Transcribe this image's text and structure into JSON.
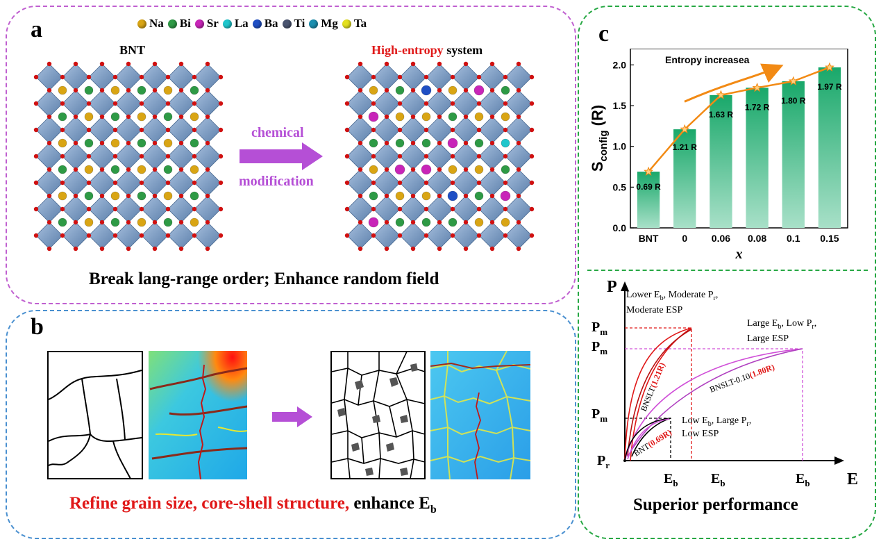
{
  "panel_a": {
    "letter": "a",
    "legend": [
      {
        "name": "Na",
        "color": "#d9a514"
      },
      {
        "name": "Bi",
        "color": "#2e9a45"
      },
      {
        "name": "Sr",
        "color": "#c825b8"
      },
      {
        "name": "La",
        "color": "#1fc6cc"
      },
      {
        "name": "Ba",
        "color": "#1f4fc4"
      },
      {
        "name": "Ti",
        "color": "#4a5470"
      },
      {
        "name": "Mg",
        "color": "#1a8fb0"
      },
      {
        "name": "Ta",
        "color": "#e3e01f"
      }
    ],
    "left_title": "BNT",
    "right_title_highlight": "High-entropy",
    "right_title_rest": " system",
    "arrow_top": "chemical",
    "arrow_bottom": "modification",
    "caption": "Break lang-range order; Enhance random field"
  },
  "panel_b": {
    "letter": "b",
    "caption_red": "Refine grain size, core-shell structure,",
    "caption_black": " enhance E",
    "caption_sub": "b"
  },
  "panel_c": {
    "letter": "c",
    "annotation": "Entropy increasea"
  },
  "panel_d": {
    "y_axis": "P",
    "x_axis": "E",
    "pm_label": "P",
    "pm_sub": "m",
    "pr_label": "P",
    "pr_sub": "r",
    "eb_label": "E",
    "eb_sub": "b",
    "note_top": {
      "l1a": "Lower E",
      "l1b": "b",
      "l1c": ", Moderate P",
      "l1d": "r",
      "l1e": ",",
      "l2": "Moderate ESP"
    },
    "note_right": {
      "l1a": "Large E",
      "l1b": "b",
      "l1c": ", Low P",
      "l1d": "r",
      "l1e": ",",
      "l2": "Large ESP"
    },
    "note_bottom": {
      "l1a": "Low E",
      "l1b": "b",
      "l1c": ", Large P",
      "l1d": "r",
      "l1e": ",",
      "l2": "Low ESP"
    },
    "curve_bnslt_name": "BNSLT",
    "curve_bnslt_val": "(1.21R)",
    "curve_bnslt010_name": "BNSLT-0.10",
    "curve_bnslt010_val": "(1.80R)",
    "curve_bnt_name": "BNT",
    "curve_bnt_val": "(0.69R)",
    "caption": "Superior performance"
  },
  "colors": {
    "panel_a_border": "#c060d0",
    "panel_b_border": "#4a90d0",
    "panel_c_border": "#27a844",
    "bar_top": "#19a86a",
    "bar_bottom": "#a8e0c8",
    "orange": "#f28a14",
    "octahedron": "#7f9fc6",
    "oxygen": "#d01010",
    "purple": "#b54fd6",
    "red": "#e01818"
  },
  "chart_data": {
    "type": "bar",
    "categories": [
      "BNT",
      "0",
      "0.06",
      "0.08",
      "0.1",
      "0.15"
    ],
    "values": [
      0.69,
      1.21,
      1.63,
      1.72,
      1.8,
      1.97
    ],
    "value_labels": [
      "0.69 R",
      "1.21 R",
      "1.63 R",
      "1.72 R",
      "1.80 R",
      "1.97 R"
    ],
    "xlabel": "x",
    "ylabel_main": "S",
    "ylabel_sub": "config",
    "ylabel_unit": " (R)",
    "ylim": [
      0.0,
      2.2
    ],
    "yticks": [
      "0.0",
      "0.5",
      "1.0",
      "1.5",
      "2.0"
    ],
    "ytick_values": [
      0.0,
      0.5,
      1.0,
      1.5,
      2.0
    ],
    "overlay_line": true
  }
}
